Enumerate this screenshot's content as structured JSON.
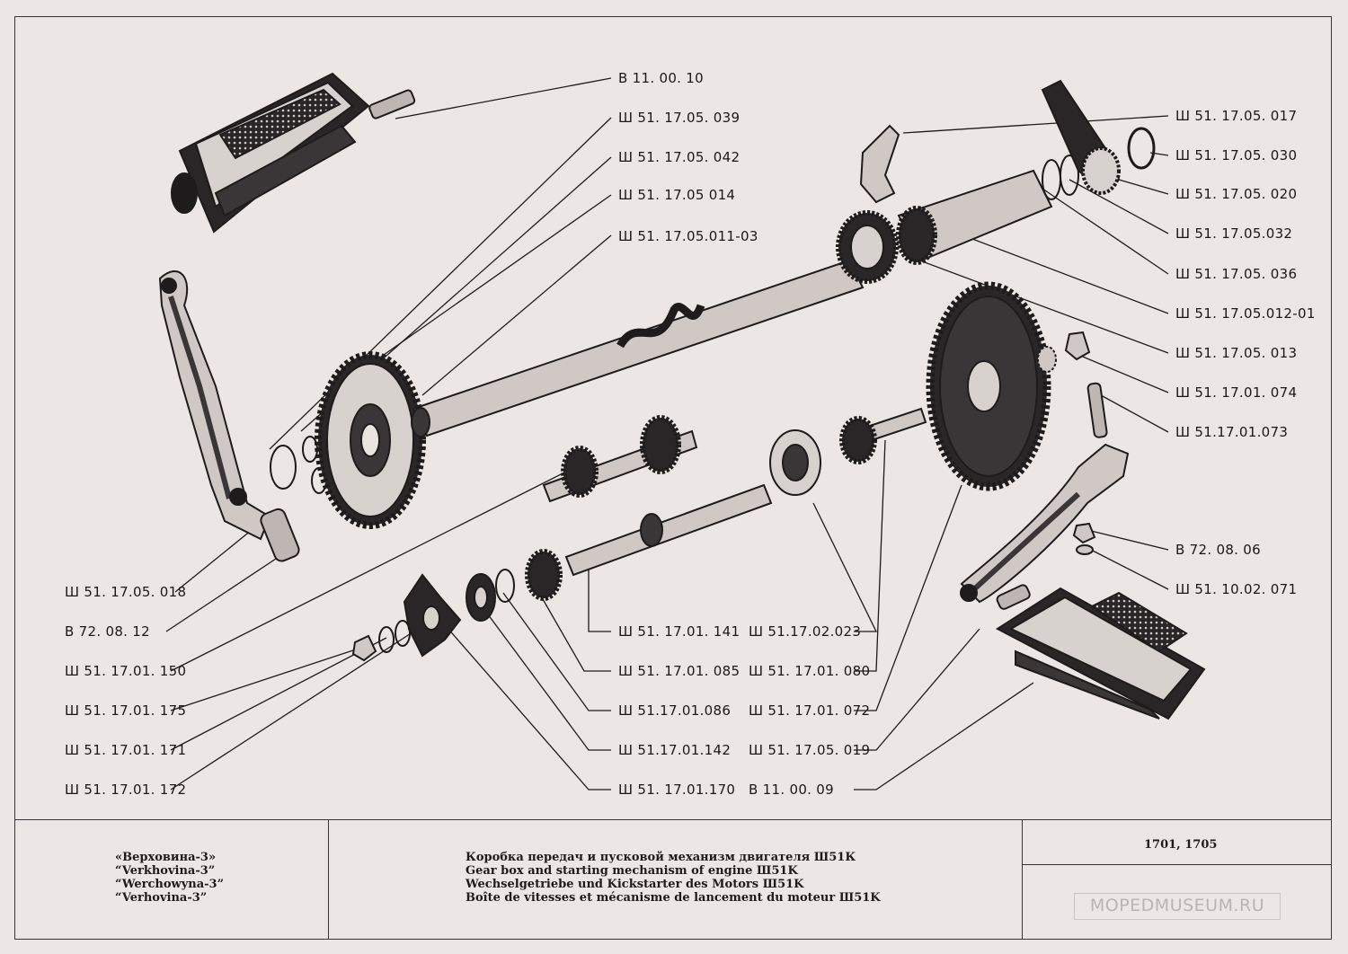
{
  "parts_top": [
    "В 11. 00. 10",
    "Ш 51. 17.05. 039",
    "Ш 51. 17.05. 042",
    "Ш 51. 17.05 014",
    "Ш 51. 17.05.011-03"
  ],
  "parts_right": [
    "Ш 51. 17.05. 017",
    "Ш 51. 17.05. 030",
    "Ш 51. 17.05. 020",
    "Ш 51. 17.05.032",
    "Ш 51. 17.05. 036",
    "Ш 51. 17.05.012-01",
    "Ш 51. 17.05. 013",
    "Ш 51. 17.01. 074",
    "Ш 51.17.01.073",
    "В 72. 08. 06",
    "Ш 51. 10.02. 071"
  ],
  "parts_left": [
    "Ш 51. 17.05. 018",
    "В 72. 08. 12",
    "Ш 51. 17.01. 150",
    "Ш 51. 17.01. 175",
    "Ш 51. 17.01. 171",
    "Ш 51. 17.01. 172"
  ],
  "parts_middle": [
    "Ш 51. 17.01. 141",
    "Ш 51. 17.01. 085",
    "Ш 51.17.01.086",
    "Ш 51.17.01.142",
    "Ш 51. 17.01.170"
  ],
  "parts_center": [
    "Ш 51.17.02.023",
    "Ш 51. 17.01. 080",
    "Ш 51. 17.01. 072",
    "Ш 51. 17.05. 019",
    "В 11. 00. 09"
  ],
  "title_block": {
    "machine": [
      "«Верховина-3»",
      "“Verkhovina-3”",
      "“Werchowyna-3”",
      "“Verhovina-3”"
    ],
    "titles": [
      "Коробка передач и пусковой механизм двигателя Ш51К",
      "Gear box and starting mechanism of engine Ш51K",
      "Wechselgetriebe und Kickstarter des Motors Ш51K",
      "Boîte de vitesses et mécanisme de lancement du moteur Ш51K"
    ],
    "sheet_number": "1701, 1705"
  },
  "watermark": "MOPEDMUSEUM.RU",
  "colors": {
    "paper": "#ece7e4",
    "ink": "#1b181a"
  }
}
